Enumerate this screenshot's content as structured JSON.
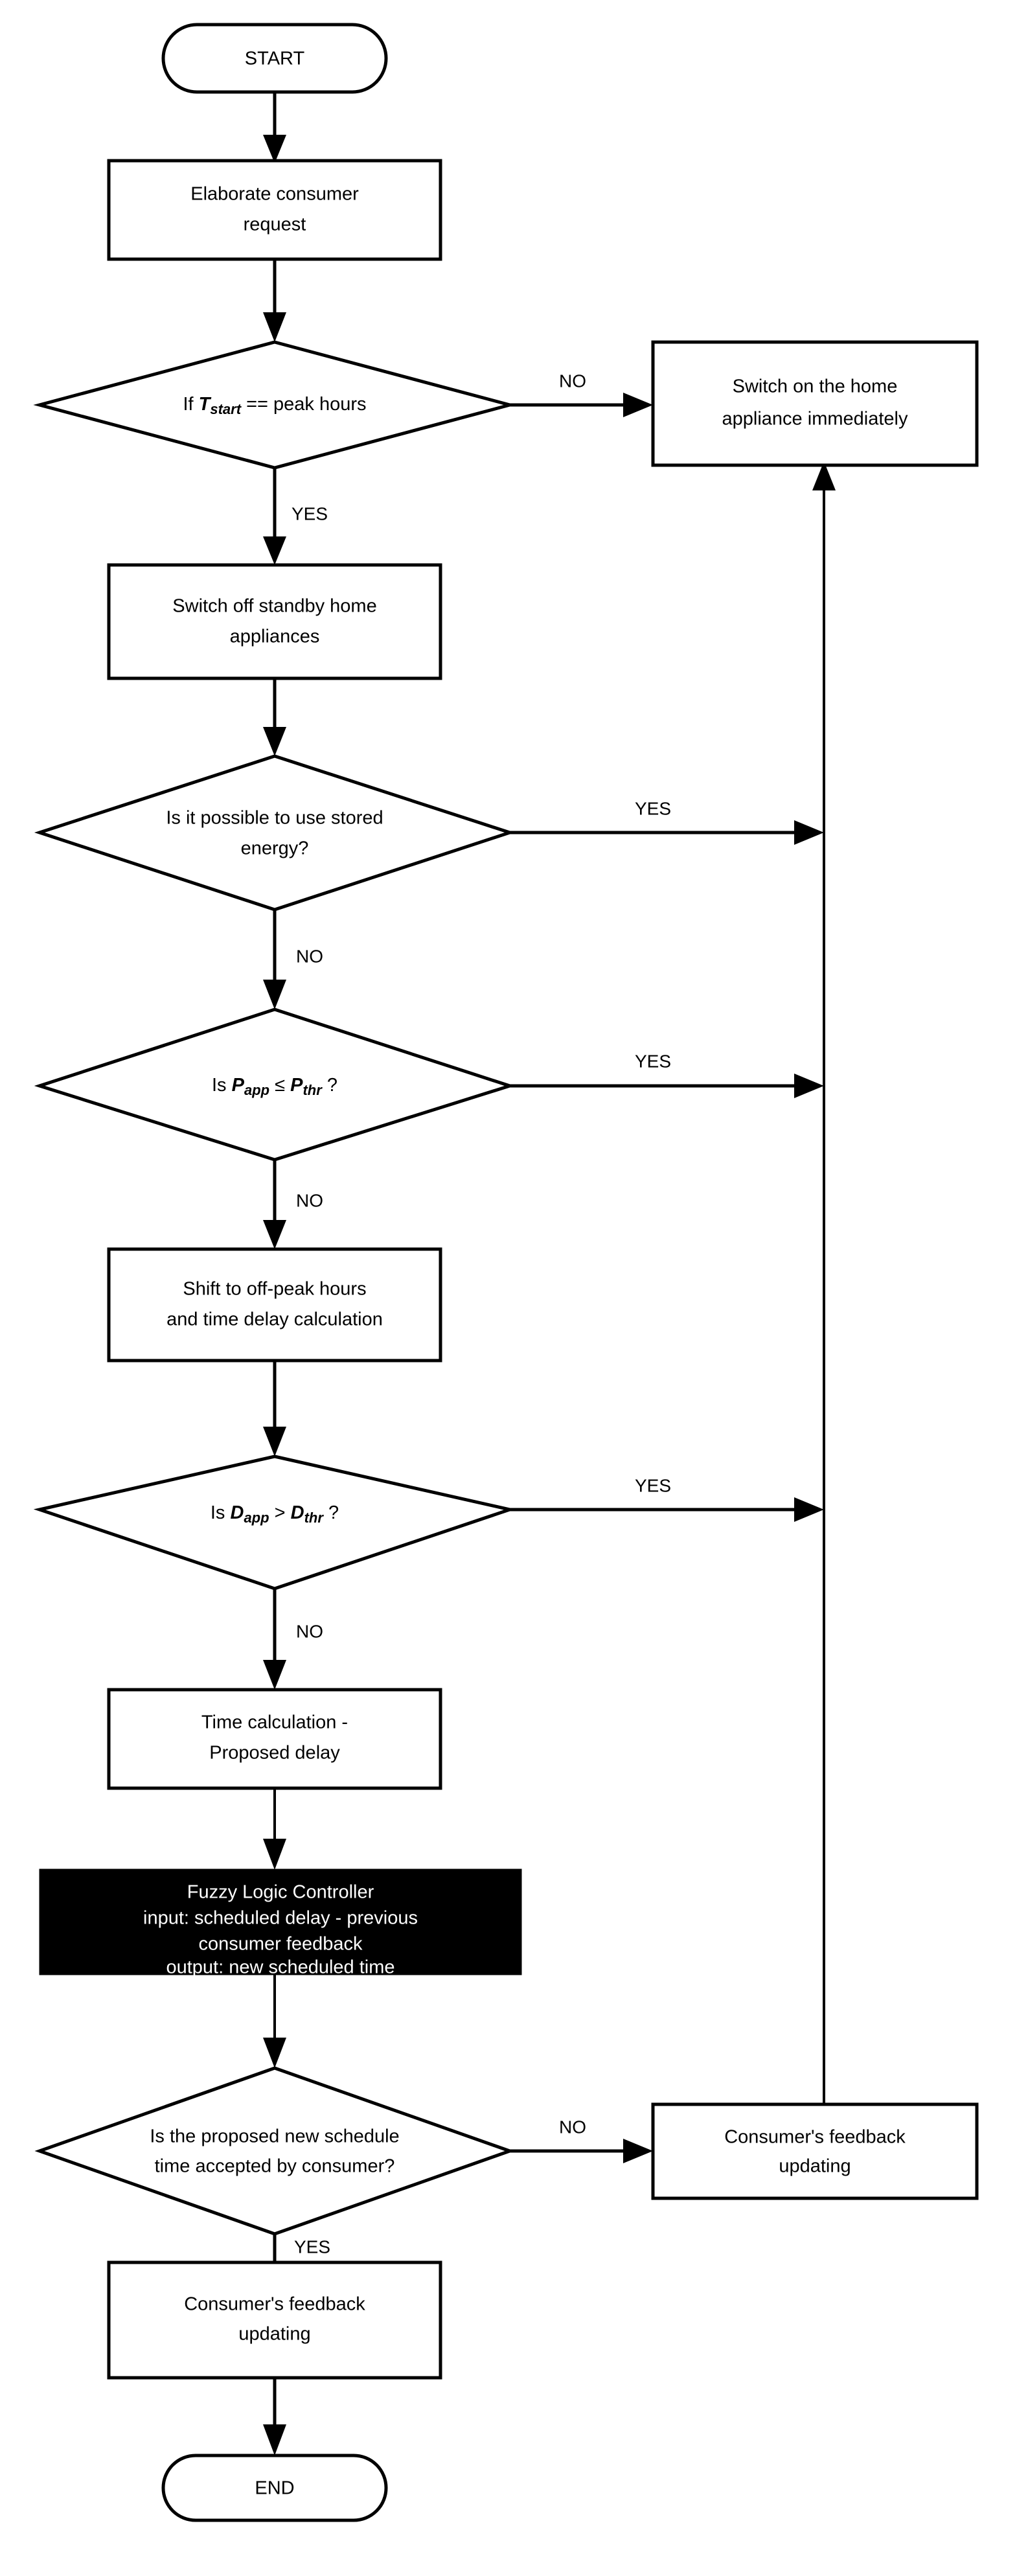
{
  "diagram": {
    "title": "Demand side management flowchart with fuzzy logic controller",
    "type": "flowchart",
    "background_color": "#ffffff",
    "line_color": "#000000",
    "text_color": "#000000"
  },
  "nodes": {
    "start": {
      "id": "start",
      "shape": "terminator",
      "label": "START"
    },
    "elaborate_request": {
      "id": "elaborate_request",
      "shape": "process",
      "line1": "Elaborate consumer",
      "line2": "request"
    },
    "decision_peak_hours": {
      "id": "decision_peak_hours",
      "shape": "decision",
      "prefix": "If ",
      "var_main": "T",
      "var_sub": "start",
      "suffix": " == peak hours"
    },
    "switch_on_immediately": {
      "id": "switch_on_immediately",
      "shape": "process",
      "line1": "Switch on the home",
      "line2": "appliance immediately"
    },
    "switch_off_standby": {
      "id": "switch_off_standby",
      "shape": "process",
      "line1": "Switch off standby home",
      "line2": "appliances"
    },
    "decision_stored_energy": {
      "id": "decision_stored_energy",
      "shape": "decision",
      "line1": "Is it possible to use stored",
      "line2": "energy?"
    },
    "decision_power_threshold": {
      "id": "decision_power_threshold",
      "shape": "decision",
      "prefix": "Is ",
      "var1_main": "P",
      "var1_sub": "app",
      "operator": " ≤ ",
      "var2_main": "P",
      "var2_sub": "thr",
      "suffix": " ?"
    },
    "shift_offpeak": {
      "id": "shift_offpeak",
      "shape": "process",
      "line1": "Shift to off-peak hours",
      "line2": "and time delay calculation"
    },
    "decision_delay_threshold": {
      "id": "decision_delay_threshold",
      "shape": "decision",
      "prefix": "Is ",
      "var1_main": "D",
      "var1_sub": "app",
      "operator": " > ",
      "var2_main": "D",
      "var2_sub": "thr",
      "suffix": " ?"
    },
    "time_calculation": {
      "id": "time_calculation",
      "shape": "process",
      "line1": "Time calculation -",
      "line2": "Proposed delay"
    },
    "fuzzy_logic_controller": {
      "id": "fuzzy_logic_controller",
      "shape": "process-inverted",
      "fill": "#000000",
      "text_color": "#ffffff",
      "line1": "Fuzzy Logic Controller",
      "line2": "input: scheduled delay - previous",
      "line3": "consumer feedback",
      "line4": "output: new scheduled time"
    },
    "decision_schedule_accepted": {
      "id": "decision_schedule_accepted",
      "shape": "decision",
      "line1": "Is the proposed new schedule",
      "line2": "time accepted by consumer?"
    },
    "feedback_updating_right": {
      "id": "feedback_updating_right",
      "shape": "process",
      "line1": "Consumer's feedback",
      "line2": "updating"
    },
    "feedback_updating_bottom": {
      "id": "feedback_updating_bottom",
      "shape": "process",
      "line1": "Consumer's feedback",
      "line2": "updating"
    },
    "end": {
      "id": "end",
      "shape": "terminator",
      "label": "END"
    }
  },
  "edge_labels": {
    "peak_no": "NO",
    "peak_yes": "YES",
    "stored_yes": "YES",
    "stored_no": "NO",
    "power_yes": "YES",
    "power_no": "NO",
    "delay_yes": "YES",
    "delay_no": "NO",
    "accepted_no": "NO",
    "accepted_yes": "YES"
  }
}
